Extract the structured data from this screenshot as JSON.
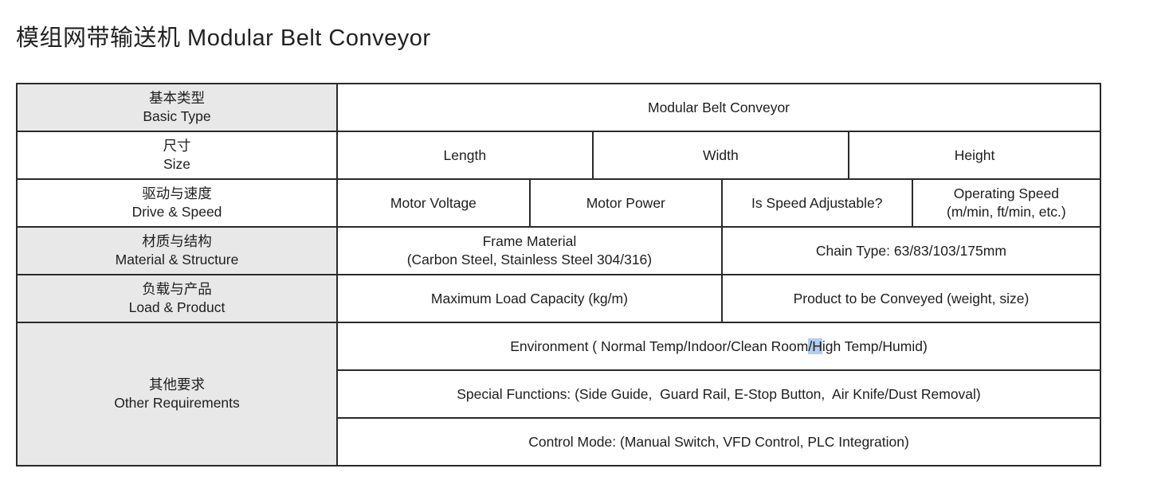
{
  "page_title": "模组网带输送机 Modular Belt Conveyor",
  "colors": {
    "header_fill": "#e8e8e9",
    "border": "#2a2a2a",
    "selection_highlight": "#b4cdf2"
  },
  "table": {
    "row_headers": [
      {
        "zh": "基本类型",
        "en": "Basic Type"
      },
      {
        "zh": "尺寸",
        "en": "Size"
      },
      {
        "zh": "驱动与速度",
        "en": "Drive & Speed"
      },
      {
        "zh": "材质与结构",
        "en": "Material & Structure"
      },
      {
        "zh": "负载与产品",
        "en": "Load & Product"
      },
      {
        "zh": "其他要求",
        "en": "Other Requirements"
      }
    ],
    "basic_type_value": "Modular Belt Conveyor",
    "size_cells": [
      "Length",
      "Width",
      "Height"
    ],
    "drive_cells": [
      "Motor Voltage",
      "Motor Power",
      "Is Speed Adjustable?"
    ],
    "operating_speed_line1": "Operating Speed",
    "operating_speed_line2": "(m/min, ft/min, etc.)",
    "frame_material_line1": "Frame Material",
    "frame_material_line2": "(Carbon Steel, Stainless Steel 304/316)",
    "chain_type": "Chain Type: 63/83/103/175mm",
    "load_capacity": "Maximum Load Capacity (kg/m)",
    "product_conveyed": "Product to be Conveyed (weight, size)",
    "environment": {
      "pre": "Environment ( Normal Temp/Indoor/Clean Room",
      "selected": "/H",
      "post": "igh Temp/Humid)"
    },
    "special_functions": "Special Functions: (Side Guide,  Guard Rail, E-Stop Button,  Air Knife/Dust Removal)",
    "control_mode": "Control Mode: (Manual Switch, VFD Control, PLC Integration)"
  }
}
